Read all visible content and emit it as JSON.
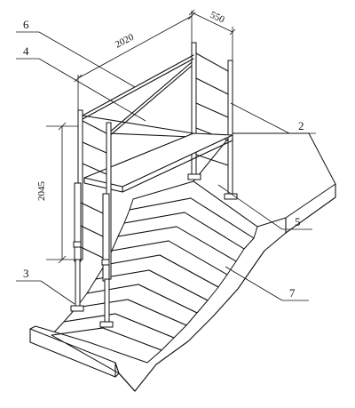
{
  "dimensions": {
    "length": "2020",
    "width": "550",
    "height": "2045"
  },
  "callouts": {
    "c2": "2",
    "c3": "3",
    "c4": "4",
    "c5": "5",
    "c6": "6",
    "c7": "7"
  }
}
